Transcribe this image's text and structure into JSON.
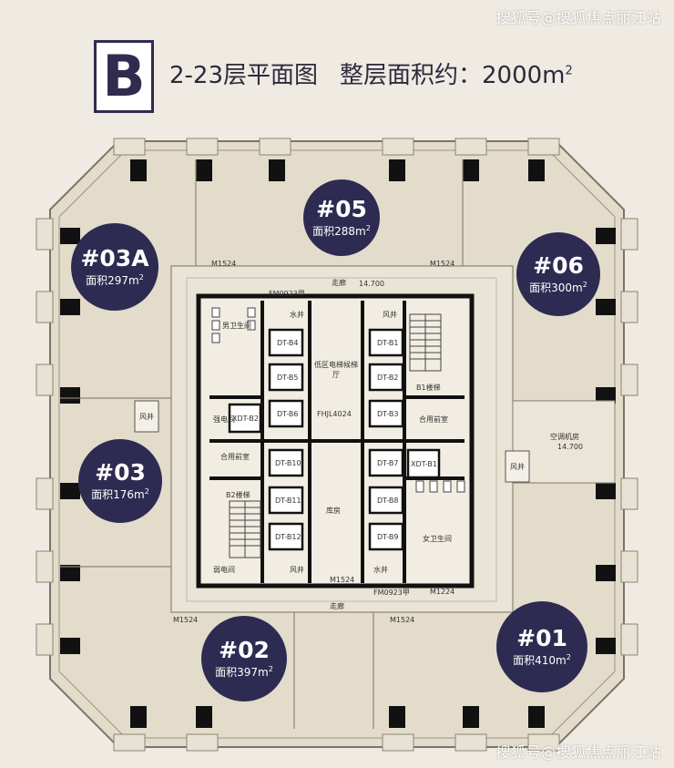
{
  "watermark": {
    "text": "搜狐号@搜狐焦点丽江站"
  },
  "header": {
    "badge_letter": "B",
    "floors": "2-23层平面图",
    "area_prefix": "整层面积约：2000m",
    "area_sup": "2"
  },
  "units": [
    {
      "number": "#05",
      "area_text": "面积288m",
      "area_sup": "2"
    },
    {
      "number": "#03A",
      "area_text": "面积297m",
      "area_sup": "2"
    },
    {
      "number": "#06",
      "area_text": "面积300m",
      "area_sup": "2"
    },
    {
      "number": "#03",
      "area_text": "面积176m",
      "area_sup": "2"
    },
    {
      "number": "#02",
      "area_text": "面积397m",
      "area_sup": "2"
    },
    {
      "number": "#01",
      "area_text": "面积410m",
      "area_sup": "2"
    }
  ],
  "plan_labels": {
    "corridor_top": "走廊",
    "corridor_bottom": "走廊",
    "level_top": "14.700",
    "level_right": "14.700",
    "aircon_room": "空调机房",
    "elevator_hall": "低区电梯候梯厅",
    "fire_shutter": "FHJL4024",
    "mech_room": "库房",
    "mens_wc": "男卫生间",
    "womens_wc": "女卫生间",
    "b1_stair": "B1楼梯",
    "b2_stair": "B2楼梯",
    "shared_front_left": "合用前室",
    "shared_front_right": "合用前室",
    "strong_room_left": "强电间",
    "weak_room_left": "弱电间",
    "water_well_left": "水井",
    "water_well_right": "水井",
    "wind_shaft_left": "风井",
    "wind_shaft_right": "风井",
    "wind_shaft_outer_left": "风井",
    "wind_shaft_outer_right": "风井",
    "door_m1524_a": "M1524",
    "door_m1524_b": "M1524",
    "door_m1524_c": "M1524",
    "door_m1524_d": "M1524",
    "door_m1524_e": "M1524",
    "door_fm0923_top": "FM0923甲",
    "door_fm0923_bottom": "FM0923甲",
    "door_m1224": "M1224",
    "elevators_left_top": [
      "DT-B4",
      "DT-B5",
      "DT-B6"
    ],
    "elevators_right_top": [
      "DT-B1",
      "DT-B2",
      "DT-B3"
    ],
    "elevators_left_bottom": [
      "DT-B10",
      "DT-B11",
      "DT-B12"
    ],
    "elevators_right_bottom": [
      "DT-B7",
      "DT-B8",
      "DT-B9"
    ],
    "fire_elevator_left": "XDT-B2",
    "fire_elevator_right": "XDT-B1"
  },
  "colors": {
    "background": "#efeae2",
    "floor": "#e3dccb",
    "outline": "#7a7466",
    "wall": "#1a1a1a",
    "circle": "#2e2b52",
    "badge_border": "#2f2c4f"
  }
}
